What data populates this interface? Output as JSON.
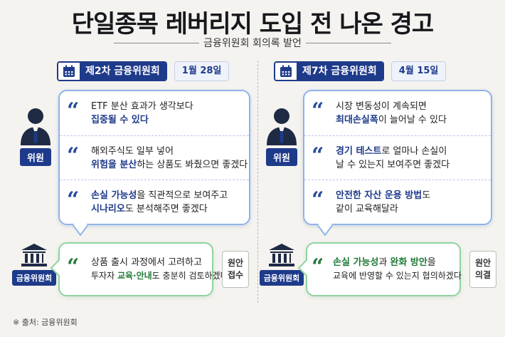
{
  "title": "단일종목 레버리지 도입 전 나온 경고",
  "subtitle": "금융위원회 회의록 발언",
  "left": {
    "meeting": "제2차 금융위원회",
    "date": "1월 28일",
    "person_label": "위원",
    "quotes": [
      {
        "l1": "ETF 분산 효과가 생각보다",
        "l2_hl": "집중될 수 있다",
        "l2_rest": ""
      },
      {
        "l1": "해외주식도 일부 넣어",
        "l2_hl": "위험을 분산",
        "l2_rest": "하는 상품도 봐줬으면 좋겠다"
      },
      {
        "l1_hl": "손실 가능성",
        "l1_rest": "을 직관적으로 보여주고",
        "l2_hl": "시나리오",
        "l2_rest": "도 분석해주면 좋겠다"
      }
    ],
    "inst_label": "금융위원회",
    "reply": {
      "l1": "상품 출시 과정에서 고려하고",
      "l2_pre": "투자자 ",
      "l2_hl": "교육·안내",
      "l2_rest": "도 충분히 검토하겠다"
    },
    "status": [
      "원안",
      "접수"
    ]
  },
  "right": {
    "meeting": "제7차 금융위원회",
    "date": "4월 15일",
    "person_label": "위원",
    "quotes": [
      {
        "l1": "시장 변동성이 계속되면",
        "l2_hl": "최대손실폭",
        "l2_rest": "이 늘어날 수 있다"
      },
      {
        "l1_hl": "경기 테스트",
        "l1_rest": "로 얼마나 손실이",
        "l2": "날 수 있는지 보여주면 좋겠다"
      },
      {
        "l1_hl": "안전한 자산 운용 방법",
        "l1_rest": "도",
        "l2": "같이 교육해달라"
      }
    ],
    "inst_label": "금융위원회",
    "reply": {
      "l1_hl": "손실 가능성",
      "l1_mid": "과 ",
      "l1_hl2": "완화 방안",
      "l1_rest": "을",
      "l2": "교육에 반영할 수 있는지 협의하겠다"
    },
    "status": [
      "원안",
      "의결"
    ]
  },
  "source": "※ 출처: 금융위원회",
  "icons": [
    "calendar-icon",
    "person-icon",
    "institution-building-icon",
    "quote-icon"
  ],
  "colors": {
    "navy": "#1e3a8a",
    "blue_border": "#8fb3ea",
    "green_border": "#8fd3a0",
    "background": "#f4f3ef"
  }
}
